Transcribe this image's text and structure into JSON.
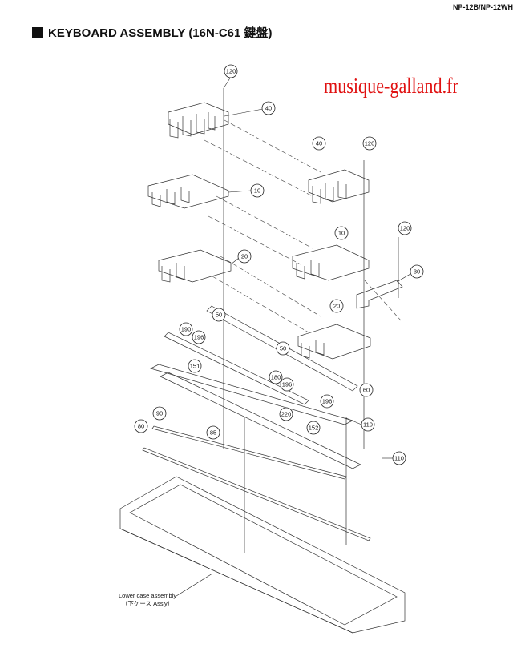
{
  "header": {
    "model": "NP-12B/NP-12WH"
  },
  "title": {
    "text": "KEYBOARD ASSEMBLY (16N-C61 鍵盤)"
  },
  "watermark": {
    "text": "musique-galland.fr",
    "color": "#e01010"
  },
  "callouts": [
    "120",
    "40",
    "40",
    "120",
    "10",
    "120",
    "10",
    "20",
    "30",
    "20",
    "50",
    "190",
    "196",
    "50",
    "151",
    "180",
    "196",
    "60",
    "196",
    "110",
    "90",
    "220",
    "80",
    "85",
    "152",
    "110"
  ],
  "case_label": {
    "line1": "Lower case assembly",
    "line2": "（下ケース Ass'y）"
  }
}
